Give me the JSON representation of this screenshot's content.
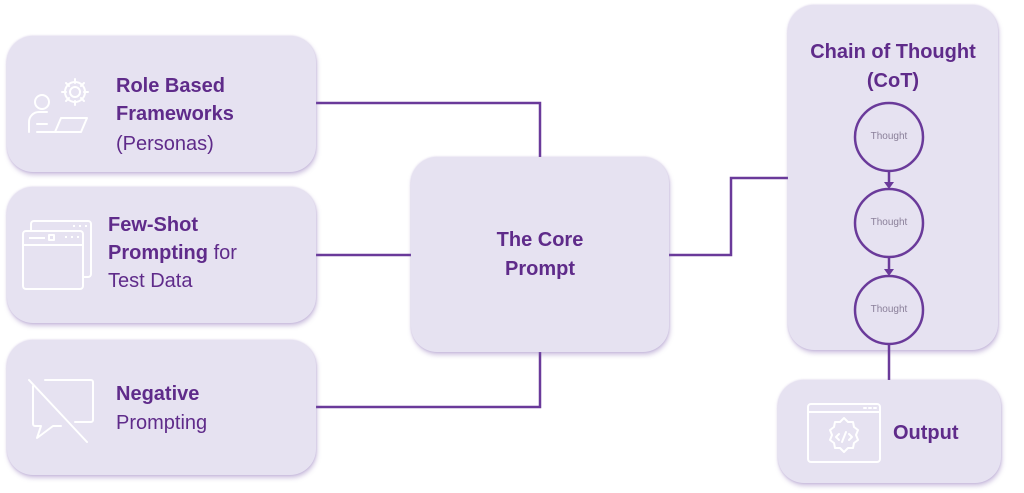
{
  "colors": {
    "accent": "#5f2b8a",
    "box_fill": "#e6e2f1",
    "line": "#6a3a9a",
    "icon_stroke": "#ffffff"
  },
  "inputs": [
    {
      "icon": "persona-gear-icon",
      "bold": "Role Based Frameworks",
      "bold_line1": "Role Based",
      "bold_line2": "Frameworks",
      "normal": "(Personas)"
    },
    {
      "icon": "browser-windows-icon",
      "bold_line1": "Few-Shot",
      "bold_line2": "Prompting",
      "normal_inline": "for",
      "normal": "Test Data"
    },
    {
      "icon": "no-chat-icon",
      "bold": "Negative",
      "normal": "Prompting"
    }
  ],
  "core": {
    "line1": "The Core",
    "line2": "Prompt"
  },
  "cot": {
    "title_line1": "Chain of Thought",
    "title_line2": "(CoT)",
    "thoughts": [
      "Thought",
      "Thought",
      "Thought"
    ]
  },
  "output": {
    "icon": "code-window-icon",
    "label": "Output"
  }
}
